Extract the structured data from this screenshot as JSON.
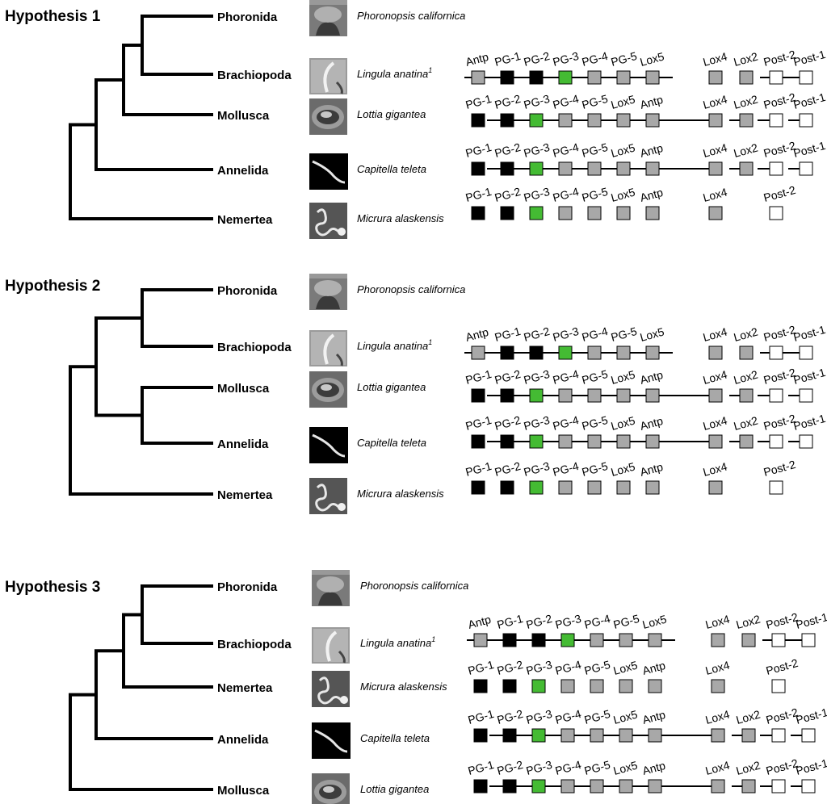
{
  "colors": {
    "tree": "#000000",
    "anterior": "#000000",
    "pg3": "#44bb33",
    "central": "#a8a8a8",
    "posterior": "#ffffff"
  },
  "taxa": {
    "phoronida": {
      "name": "Phoronida",
      "species": "Phoronopsis californica",
      "icon": "phoronid-photo-icon"
    },
    "brachiopoda": {
      "name": "Brachiopoda",
      "species": "Lingula anatina",
      "superscript": "1",
      "icon": "brachiopod-photo-icon"
    },
    "mollusca": {
      "name": "Mollusca",
      "species": "Lottia gigantea",
      "icon": "limpet-photo-icon"
    },
    "annelida": {
      "name": "Annelida",
      "species": "Capitella teleta",
      "icon": "worm-photo-icon"
    },
    "nemertea": {
      "name": "Nemertea",
      "species": "Micrura alaskensis",
      "icon": "nemertean-photo-icon"
    }
  },
  "clusters": {
    "brachiopoda": {
      "genes": [
        {
          "label": "Antp",
          "cls": "central"
        },
        {
          "label": "PG-1",
          "cls": "anterior"
        },
        {
          "label": "PG-2",
          "cls": "anterior"
        },
        {
          "label": "PG-3",
          "cls": "pg3"
        },
        {
          "label": "PG-4",
          "cls": "central"
        },
        {
          "label": "PG-5",
          "cls": "central"
        },
        {
          "label": "Lox5",
          "cls": "central"
        },
        {
          "label": "Lox4",
          "cls": "central"
        },
        {
          "label": "Lox2",
          "cls": "central"
        },
        {
          "label": "Post-2",
          "cls": "posterior"
        },
        {
          "label": "Post-1",
          "cls": "posterior"
        }
      ]
    },
    "mollusca": {
      "genes": [
        {
          "label": "PG-1",
          "cls": "anterior"
        },
        {
          "label": "PG-2",
          "cls": "anterior"
        },
        {
          "label": "PG-3",
          "cls": "pg3"
        },
        {
          "label": "PG-4",
          "cls": "central"
        },
        {
          "label": "PG-5",
          "cls": "central"
        },
        {
          "label": "Lox5",
          "cls": "central"
        },
        {
          "label": "Antp",
          "cls": "central"
        },
        {
          "label": "Lox4",
          "cls": "central"
        },
        {
          "label": "Lox2",
          "cls": "central"
        },
        {
          "label": "Post-2",
          "cls": "posterior"
        },
        {
          "label": "Post-1",
          "cls": "posterior"
        }
      ]
    },
    "annelida": {
      "genes": [
        {
          "label": "PG-1",
          "cls": "anterior"
        },
        {
          "label": "PG-2",
          "cls": "anterior"
        },
        {
          "label": "PG-3",
          "cls": "pg3"
        },
        {
          "label": "PG-4",
          "cls": "central"
        },
        {
          "label": "PG-5",
          "cls": "central"
        },
        {
          "label": "Lox5",
          "cls": "central"
        },
        {
          "label": "Antp",
          "cls": "central"
        },
        {
          "label": "Lox4",
          "cls": "central"
        },
        {
          "label": "Lox2",
          "cls": "central"
        },
        {
          "label": "Post-2",
          "cls": "posterior"
        },
        {
          "label": "Post-1",
          "cls": "posterior"
        }
      ]
    },
    "nemertea": {
      "genes": [
        {
          "label": "PG-1",
          "cls": "anterior"
        },
        {
          "label": "PG-2",
          "cls": "anterior"
        },
        {
          "label": "PG-3",
          "cls": "pg3"
        },
        {
          "label": "PG-4",
          "cls": "central"
        },
        {
          "label": "PG-5",
          "cls": "central"
        },
        {
          "label": "Lox5",
          "cls": "central"
        },
        {
          "label": "Antp",
          "cls": "central"
        },
        {
          "label": "Lox4",
          "cls": "central"
        },
        {
          "label": "Post-2",
          "cls": "posterior"
        }
      ]
    }
  },
  "hypotheses": [
    {
      "title": "Hypothesis 1",
      "order": [
        "phoronida",
        "brachiopoda",
        "mollusca",
        "annelida",
        "nemertea"
      ]
    },
    {
      "title": "Hypothesis 2",
      "order": [
        "phoronida",
        "brachiopoda",
        "mollusca",
        "annelida",
        "nemertea"
      ]
    },
    {
      "title": "Hypothesis 3",
      "order": [
        "phoronida",
        "brachiopoda",
        "nemertea",
        "annelida",
        "mollusca"
      ]
    }
  ]
}
